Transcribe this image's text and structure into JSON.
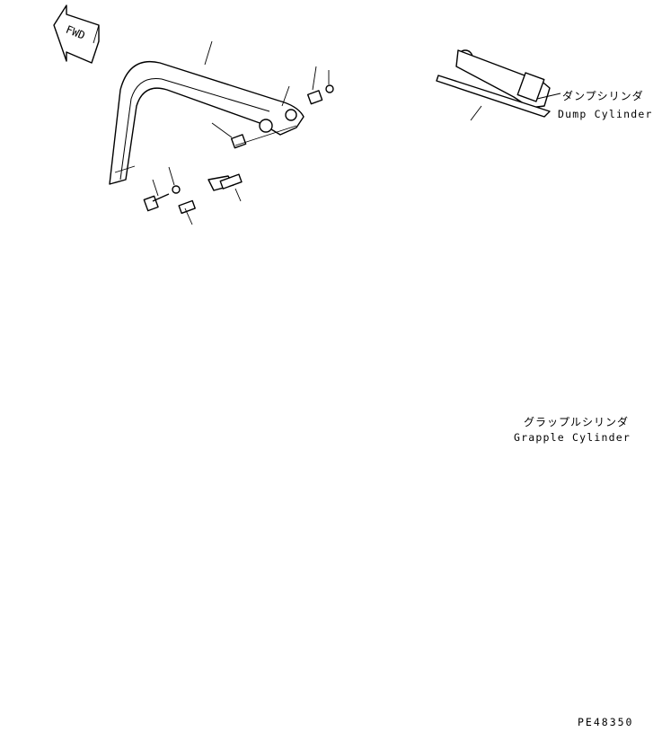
{
  "fwd_marker": {
    "text": "FWD",
    "icon": "fwd-arrow-icon"
  },
  "labels": {
    "dump_cylinder_jp": "ダンプシリンダ",
    "dump_cylinder_en": "Dump Cylinder",
    "grapple_cylinder_jp": "グラップルシリンダ",
    "grapple_cylinder_en": "Grapple Cylinder"
  },
  "drawing_code": "PE48350"
}
